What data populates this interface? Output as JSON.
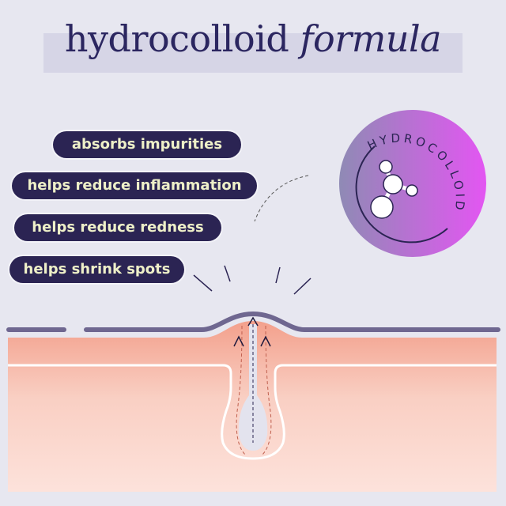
{
  "title": {
    "regular": "hydrocolloid",
    "italic": "formula"
  },
  "benefits": [
    {
      "label": "absorbs impurities"
    },
    {
      "label": "helps reduce inflammation"
    },
    {
      "label": "helps reduce redness"
    },
    {
      "label": "helps shrink spots"
    }
  ],
  "badge": {
    "label": "HYDROCOLLOID",
    "icon": "molecule-icon"
  },
  "colors": {
    "navy": "#2b2453",
    "pill_text": "#eef0c8",
    "patch": "#6f6790",
    "skin_top": "#f3a08c",
    "skin_bottom": "#fde2db",
    "badge_left": "#8f8ab5",
    "badge_right": "#e356f2",
    "moon": "#e6e68a"
  }
}
